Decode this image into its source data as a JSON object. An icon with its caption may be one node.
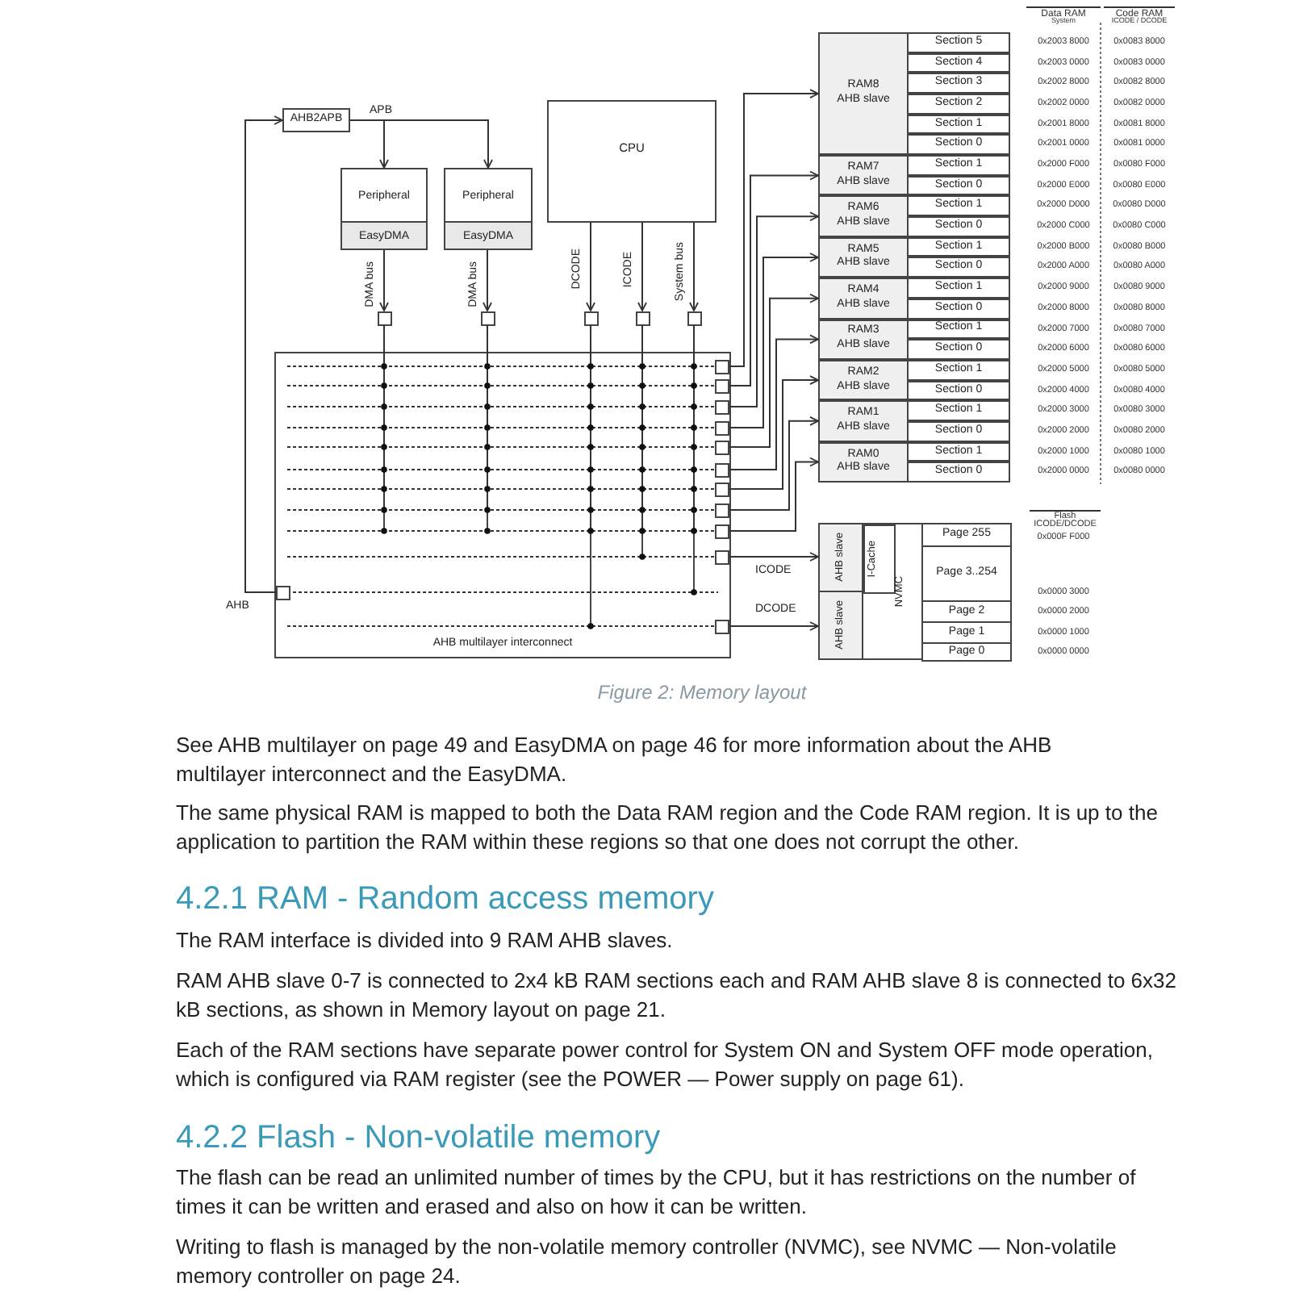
{
  "diagram": {
    "caption": "Figure 2: Memory layout",
    "nodes": [
      {
        "text": [
          "AHB2APB"
        ]
      },
      {
        "text": [
          "Peripheral",
          "EasyDMA"
        ]
      },
      {
        "text": [
          "Peripheral",
          "EasyDMA"
        ]
      },
      {
        "text": [
          "CPU"
        ]
      },
      {
        "text": [
          "AHB multilayer interconnect"
        ]
      },
      {
        "text": [],
        "shape": "box"
      },
      {
        "text": [],
        "shape": "box"
      },
      {
        "text": [],
        "shape": "box"
      },
      {
        "text": [],
        "shape": "box"
      },
      {
        "text": [],
        "shape": "box"
      },
      {
        "text": [],
        "shape": "box",
        "in": 4
      },
      {
        "text": [],
        "shape": "box",
        "in": 4
      },
      {
        "text": [],
        "shape": "box",
        "in": 4
      },
      {
        "text": [],
        "shape": "box",
        "in": 4
      },
      {
        "text": [],
        "shape": "box",
        "in": 4
      },
      {
        "text": [],
        "shape": "box",
        "in": 4
      },
      {
        "text": [],
        "shape": "box",
        "in": 4
      },
      {
        "text": [],
        "shape": "box",
        "in": 4
      },
      {
        "text": [],
        "shape": "box",
        "in": 4
      },
      {
        "text": [],
        "shape": "box",
        "in": 4
      },
      {
        "text": [],
        "shape": "box",
        "in": 4
      },
      {
        "text": [],
        "shape": "box",
        "in": 4
      },
      {
        "text": [
          "RAM8",
          "AHB slave"
        ]
      },
      {
        "text": [
          "RAM7",
          "AHB slave"
        ]
      },
      {
        "text": [
          "RAM6",
          "AHB slave"
        ]
      },
      {
        "text": [
          "RAM5",
          "AHB slave"
        ]
      },
      {
        "text": [
          "RAM4",
          "AHB slave"
        ]
      },
      {
        "text": [
          "RAM3",
          "AHB slave"
        ]
      },
      {
        "text": [
          "RAM2",
          "AHB slave"
        ]
      },
      {
        "text": [
          "RAM1",
          "AHB slave"
        ]
      },
      {
        "text": [
          "RAM0",
          "AHB slave"
        ]
      },
      {
        "text": [
          "Section 5"
        ]
      },
      {
        "text": [
          "Section 4"
        ]
      },
      {
        "text": [
          "Section 3"
        ]
      },
      {
        "text": [
          "Section 2"
        ]
      },
      {
        "text": [
          "Section 1"
        ]
      },
      {
        "text": [
          "Section 0"
        ]
      },
      {
        "text": [
          "Section 1"
        ]
      },
      {
        "text": [
          "Section 0"
        ]
      },
      {
        "text": [
          "Section 1"
        ]
      },
      {
        "text": [
          "Section 0"
        ]
      },
      {
        "text": [
          "Section 1"
        ]
      },
      {
        "text": [
          "Section 0"
        ]
      },
      {
        "text": [
          "Section 1"
        ]
      },
      {
        "text": [
          "Section 0"
        ]
      },
      {
        "text": [
          "Section 1"
        ]
      },
      {
        "text": [
          "Section 0"
        ]
      },
      {
        "text": [
          "Section 1"
        ]
      },
      {
        "text": [
          "Section 0"
        ]
      },
      {
        "text": [
          "Section 1"
        ]
      },
      {
        "text": [
          "Section 0"
        ]
      },
      {
        "text": [
          "Section 1"
        ]
      },
      {
        "text": [
          "Section 0"
        ]
      },
      {
        "text": [
          "AHB slave"
        ]
      },
      {
        "text": [
          "AHB slave"
        ]
      },
      {
        "text": [
          "NVMC"
        ]
      },
      {
        "text": [
          "I-Cache"
        ],
        "in": 55
      },
      {
        "text": [
          "Page 255"
        ]
      },
      {
        "text": [
          "Page 3..254"
        ]
      },
      {
        "text": [
          "Page 2"
        ]
      },
      {
        "text": [
          "Page 1"
        ]
      },
      {
        "text": [
          "Page 0"
        ]
      }
    ],
    "edges": [
      {
        "from": 0,
        "to": 1,
        "arrow": "to",
        "label": "APB"
      },
      {
        "from": 0,
        "to": 2,
        "arrow": "to"
      },
      {
        "from": 1,
        "to": 5,
        "arrow": "to",
        "label": "DMA bus"
      },
      {
        "from": 2,
        "to": 6,
        "arrow": "to",
        "label": "DMA bus"
      },
      {
        "from": 3,
        "to": 7,
        "arrow": "to",
        "label": "DCODE"
      },
      {
        "from": 3,
        "to": 8,
        "arrow": "to",
        "label": "ICODE"
      },
      {
        "from": 3,
        "to": 9,
        "arrow": "to",
        "label": "System bus"
      },
      {
        "from": 10,
        "to": 0,
        "arrow": "to",
        "label": "AHB"
      },
      {
        "from": 11,
        "to": 22,
        "arrow": "to"
      },
      {
        "from": 12,
        "to": 23,
        "arrow": "to"
      },
      {
        "from": 13,
        "to": 24,
        "arrow": "to"
      },
      {
        "from": 14,
        "to": 25,
        "arrow": "to"
      },
      {
        "from": 15,
        "to": 26,
        "arrow": "to"
      },
      {
        "from": 16,
        "to": 27,
        "arrow": "to"
      },
      {
        "from": 17,
        "to": 28,
        "arrow": "to"
      },
      {
        "from": 18,
        "to": 29,
        "arrow": "to"
      },
      {
        "from": 19,
        "to": 30,
        "arrow": "to"
      },
      {
        "from": 20,
        "to": 53,
        "arrow": "to",
        "label": "ICODE"
      },
      {
        "from": 21,
        "to": 54,
        "arrow": "to",
        "label": "DCODE"
      },
      {
        "from": 5,
        "to": 11,
        "arrow": "none",
        "style": "dashed"
      },
      {
        "from": 6,
        "to": 11,
        "arrow": "none",
        "style": "dashed"
      },
      {
        "from": 7,
        "to": 11,
        "arrow": "none",
        "style": "dashed"
      },
      {
        "from": 8,
        "to": 11,
        "arrow": "none",
        "style": "dashed"
      },
      {
        "from": 9,
        "to": 11,
        "arrow": "none",
        "style": "dashed"
      },
      {
        "from": 5,
        "to": 12,
        "arrow": "none",
        "style": "dashed"
      },
      {
        "from": 6,
        "to": 12,
        "arrow": "none",
        "style": "dashed"
      },
      {
        "from": 7,
        "to": 12,
        "arrow": "none",
        "style": "dashed"
      },
      {
        "from": 8,
        "to": 12,
        "arrow": "none",
        "style": "dashed"
      },
      {
        "from": 9,
        "to": 12,
        "arrow": "none",
        "style": "dashed"
      },
      {
        "from": 5,
        "to": 13,
        "arrow": "none",
        "style": "dashed"
      },
      {
        "from": 6,
        "to": 13,
        "arrow": "none",
        "style": "dashed"
      },
      {
        "from": 7,
        "to": 13,
        "arrow": "none",
        "style": "dashed"
      },
      {
        "from": 8,
        "to": 13,
        "arrow": "none",
        "style": "dashed"
      },
      {
        "from": 9,
        "to": 13,
        "arrow": "none",
        "style": "dashed"
      },
      {
        "from": 5,
        "to": 14,
        "arrow": "none",
        "style": "dashed"
      },
      {
        "from": 6,
        "to": 14,
        "arrow": "none",
        "style": "dashed"
      },
      {
        "from": 7,
        "to": 14,
        "arrow": "none",
        "style": "dashed"
      },
      {
        "from": 8,
        "to": 14,
        "arrow": "none",
        "style": "dashed"
      },
      {
        "from": 9,
        "to": 14,
        "arrow": "none",
        "style": "dashed"
      },
      {
        "from": 5,
        "to": 15,
        "arrow": "none",
        "style": "dashed"
      },
      {
        "from": 6,
        "to": 15,
        "arrow": "none",
        "style": "dashed"
      },
      {
        "from": 7,
        "to": 15,
        "arrow": "none",
        "style": "dashed"
      },
      {
        "from": 8,
        "to": 15,
        "arrow": "none",
        "style": "dashed"
      },
      {
        "from": 9,
        "to": 15,
        "arrow": "none",
        "style": "dashed"
      },
      {
        "from": 5,
        "to": 16,
        "arrow": "none",
        "style": "dashed"
      },
      {
        "from": 6,
        "to": 16,
        "arrow": "none",
        "style": "dashed"
      },
      {
        "from": 7,
        "to": 16,
        "arrow": "none",
        "style": "dashed"
      },
      {
        "from": 8,
        "to": 16,
        "arrow": "none",
        "style": "dashed"
      },
      {
        "from": 9,
        "to": 16,
        "arrow": "none",
        "style": "dashed"
      },
      {
        "from": 5,
        "to": 17,
        "arrow": "none",
        "style": "dashed"
      },
      {
        "from": 6,
        "to": 17,
        "arrow": "none",
        "style": "dashed"
      },
      {
        "from": 7,
        "to": 17,
        "arrow": "none",
        "style": "dashed"
      },
      {
        "from": 8,
        "to": 17,
        "arrow": "none",
        "style": "dashed"
      },
      {
        "from": 9,
        "to": 17,
        "arrow": "none",
        "style": "dashed"
      },
      {
        "from": 5,
        "to": 18,
        "arrow": "none",
        "style": "dashed"
      },
      {
        "from": 6,
        "to": 18,
        "arrow": "none",
        "style": "dashed"
      },
      {
        "from": 7,
        "to": 18,
        "arrow": "none",
        "style": "dashed"
      },
      {
        "from": 8,
        "to": 18,
        "arrow": "none",
        "style": "dashed"
      },
      {
        "from": 9,
        "to": 18,
        "arrow": "none",
        "style": "dashed"
      },
      {
        "from": 5,
        "to": 19,
        "arrow": "none",
        "style": "dashed"
      },
      {
        "from": 6,
        "to": 19,
        "arrow": "none",
        "style": "dashed"
      },
      {
        "from": 7,
        "to": 19,
        "arrow": "none",
        "style": "dashed"
      },
      {
        "from": 8,
        "to": 19,
        "arrow": "none",
        "style": "dashed"
      },
      {
        "from": 9,
        "to": 19,
        "arrow": "none",
        "style": "dashed"
      },
      {
        "from": 8,
        "to": 20,
        "arrow": "none",
        "style": "dashed"
      },
      {
        "from": 9,
        "to": 10,
        "arrow": "none",
        "style": "dashed"
      },
      {
        "from": 7,
        "to": 21,
        "arrow": "none",
        "style": "dashed"
      }
    ],
    "labels": [
      "Data RAM",
      "System",
      "Code RAM",
      "ICODE / DCODE",
      "0x2003 8000",
      "0x0083 8000",
      "0x2003 0000",
      "0x0083 0000",
      "0x2002 8000",
      "0x0082 8000",
      "0x2002 0000",
      "0x0082 0000",
      "0x2001 8000",
      "0x0081 8000",
      "0x2001 0000",
      "0x0081 0000",
      "0x2000 F000",
      "0x0080 F000",
      "0x2000 E000",
      "0x0080 E000",
      "0x2000 D000",
      "0x0080 D000",
      "0x2000 C000",
      "0x0080 C000",
      "0x2000 B000",
      "0x0080 B000",
      "0x2000 A000",
      "0x0080 A000",
      "0x2000 9000",
      "0x0080 9000",
      "0x2000 8000",
      "0x0080 8000",
      "0x2000 7000",
      "0x0080 7000",
      "0x2000 6000",
      "0x0080 6000",
      "0x2000 5000",
      "0x0080 5000",
      "0x2000 4000",
      "0x0080 4000",
      "0x2000 3000",
      "0x0080 3000",
      "0x2000 2000",
      "0x0080 2000",
      "0x2000 1000",
      "0x0080 1000",
      "0x2000 0000",
      "0x0080 0000",
      "Flash",
      "ICODE/DCODE",
      "0x000F F000",
      "0x0000 3000",
      "0x0000 2000",
      "0x0000 1000",
      "0x0000 0000",
      "See AHB multilayer on page 49 and EasyDMA on page 46 for more information about the AHB multilayer interconnect and the EasyDMA.",
      "The same physical RAM is mapped to both the Data RAM region and the Code RAM region. It is up to the application to partition the RAM within these regions so that one does not corrupt the other.",
      "4.2.1 RAM - Random access memory",
      "The RAM interface is divided into 9 RAM AHB slaves.",
      "RAM AHB slave 0-7 is connected to 2x4 kB RAM sections each and RAM AHB slave 8 is connected to 6x32 kB sections, as shown in Memory layout on page 21.",
      "Each of the RAM sections have separate power control for System ON and System OFF mode operation, which is configured via RAM register (see the POWER — Power supply on page 61).",
      "4.2.2 Flash - Non-volatile memory",
      "The flash can be read an unlimited number of times by the CPU, but it has restrictions on the number of times it can be written and erased and also on how it can be written.",
      "Writing to flash is managed by the non-volatile memory controller (NVMC), see NVMC — Non-volatile memory controller on page 24."
    ]
  }
}
